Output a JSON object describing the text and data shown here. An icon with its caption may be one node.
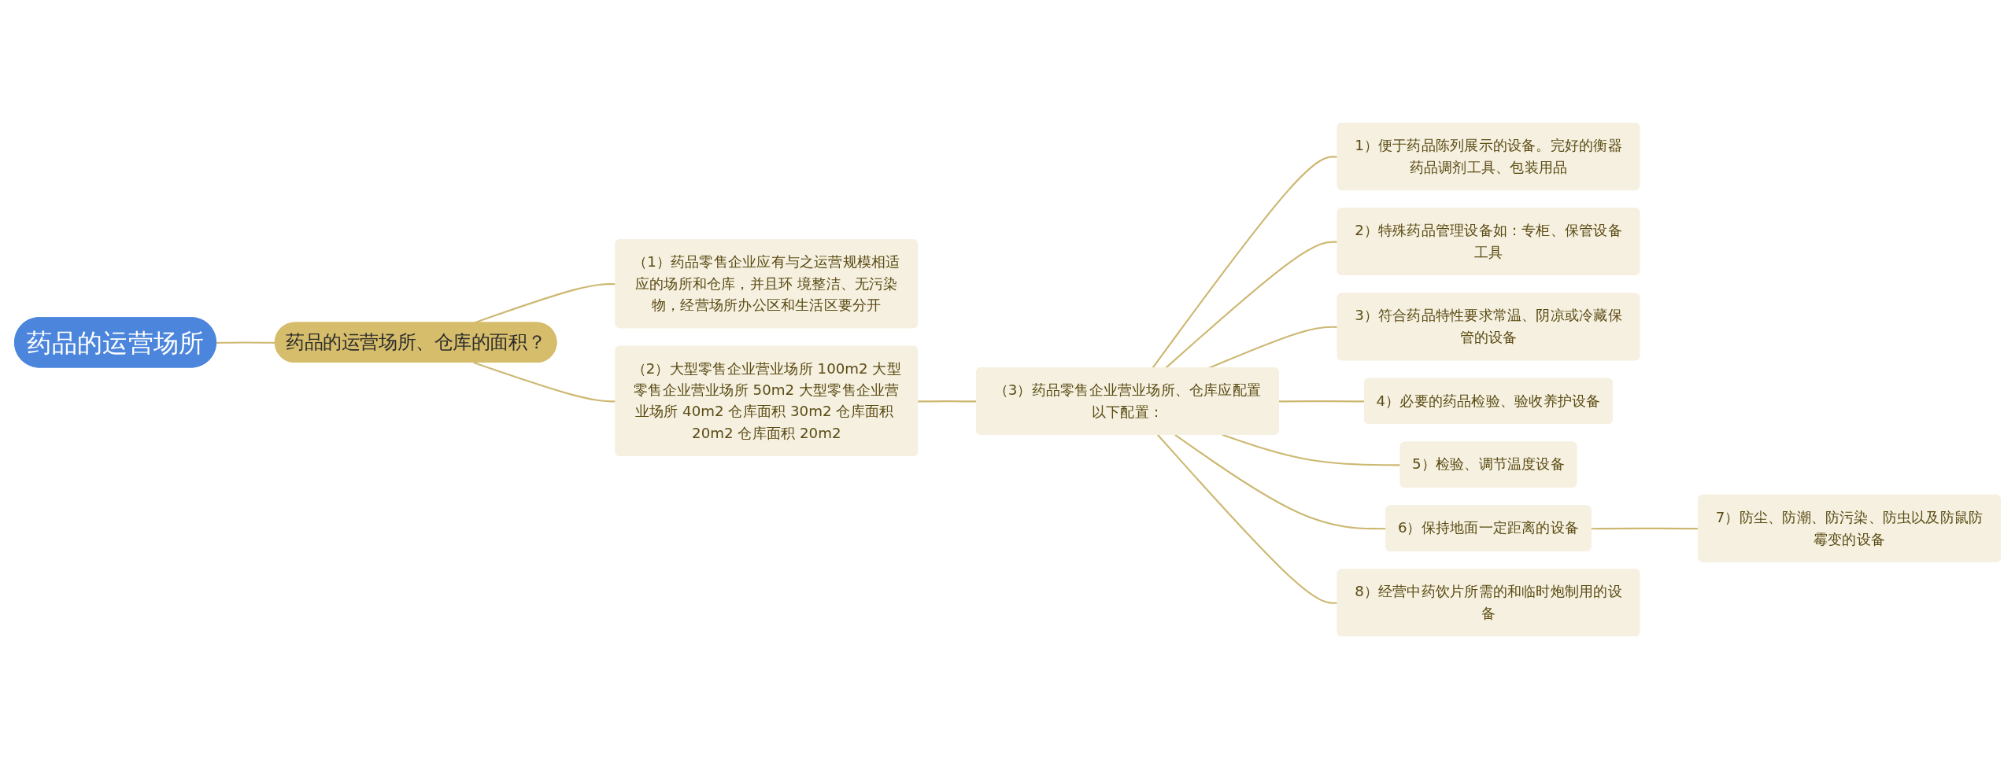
{
  "diagram": {
    "nodes": [
      {
        "text": [
          "药品的运营场所"
        ]
      },
      {
        "text": [
          "药品的运营场所、仓库的面积？"
        ]
      },
      {
        "text": [
          "（1）药品零售企业应有与之运营规模相适应的场所和仓库，并且环 境整洁、无污染物，经营场所办公区和生活区要分开"
        ]
      },
      {
        "text": [
          "（2）大型零售企业营业场所 100m2 大型零售企业营业场所 50m2 大型零售企业营业场所 40m2 仓库面积 30m2 仓库面积 20m2 仓库面积 20m2"
        ]
      },
      {
        "text": [
          "（3）药品零售企业营业场所、仓库应配置以下配置："
        ]
      },
      {
        "text": [
          "1）便于药品陈列展示的设备。完好的衡器药品调剂工具、包装用品"
        ]
      },
      {
        "text": [
          "2）特殊药品管理设备如：专柜、保管设备工具"
        ]
      },
      {
        "text": [
          "3）符合药品特性要求常温、阴凉或冷藏保管的设备"
        ]
      },
      {
        "text": [
          "4）必要的药品检验、验收养护设备"
        ]
      },
      {
        "text": [
          "5）检验、调节温度设备"
        ]
      },
      {
        "text": [
          "6）保持地面一定距离的设备"
        ]
      },
      {
        "text": [
          "7）防尘、防潮、防污染、防虫以及防鼠防霉变的设备"
        ]
      },
      {
        "text": [
          "8）经营中药饮片所需的和临时炮制用的设备"
        ]
      }
    ],
    "edges": [
      {
        "from": 0,
        "to": 1,
        "arrow": "none"
      },
      {
        "from": 1,
        "to": 2,
        "arrow": "none"
      },
      {
        "from": 1,
        "to": 3,
        "arrow": "none"
      },
      {
        "from": 3,
        "to": 4,
        "arrow": "none"
      },
      {
        "from": 4,
        "to": 5,
        "arrow": "none"
      },
      {
        "from": 4,
        "to": 6,
        "arrow": "none"
      },
      {
        "from": 4,
        "to": 7,
        "arrow": "none"
      },
      {
        "from": 4,
        "to": 8,
        "arrow": "none"
      },
      {
        "from": 4,
        "to": 9,
        "arrow": "none"
      },
      {
        "from": 4,
        "to": 10,
        "arrow": "none"
      },
      {
        "from": 10,
        "to": 11,
        "arrow": "none"
      },
      {
        "from": 4,
        "to": 12,
        "arrow": "none"
      }
    ]
  }
}
